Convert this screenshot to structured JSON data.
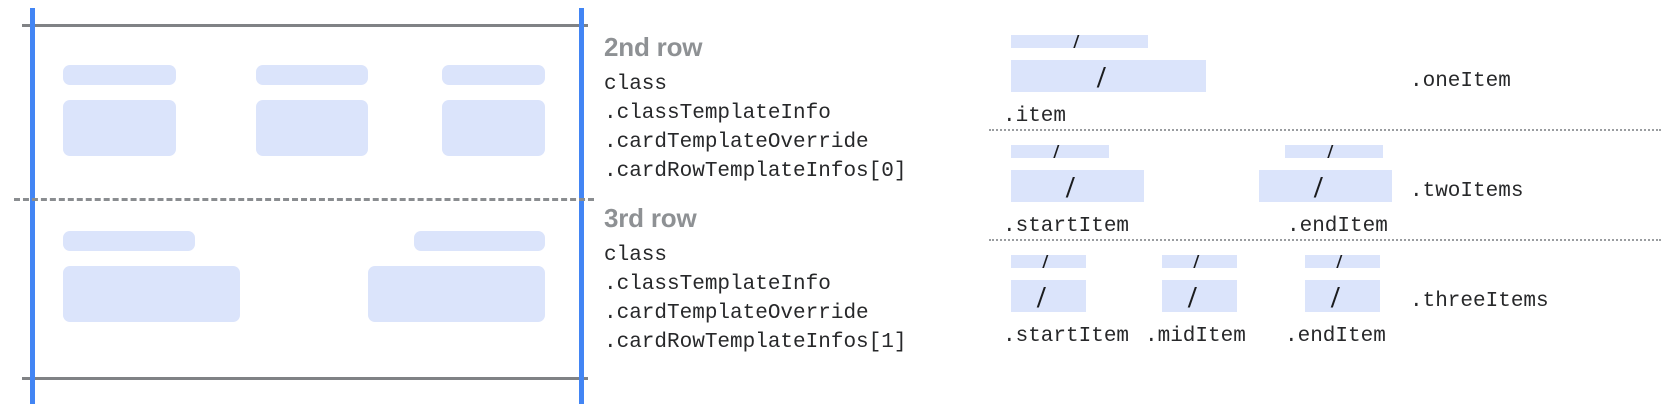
{
  "colors": {
    "placeholder_fill": "#dbe4fb",
    "guide_line": "#808285",
    "accent_blue": "#4285f4",
    "title_gray": "#8e9194",
    "mono_text": "#27282a",
    "separator_gray": "#9a9da0",
    "background": "#ffffff"
  },
  "left_panel": {
    "rows": [
      {
        "name": "second-row-preview",
        "cells": [
          {
            "label_bar": true,
            "content_bar": true
          },
          {
            "label_bar": true,
            "content_bar": true
          },
          {
            "label_bar": true,
            "content_bar": true
          }
        ]
      },
      {
        "name": "third-row-preview",
        "cells": [
          {
            "label_bar": true,
            "content_bar": true
          },
          {
            "label_bar": true,
            "content_bar": true
          }
        ]
      }
    ]
  },
  "annotations": [
    {
      "title": "2nd row",
      "lines": [
        "class",
        ".classTemplateInfo",
        ".cardTemplateOverride",
        ".cardRowTemplateInfos[0]"
      ]
    },
    {
      "title": "3rd row",
      "lines": [
        "class",
        ".classTemplateInfo",
        ".cardTemplateOverride",
        ".cardRowTemplateInfos[1]"
      ]
    }
  ],
  "right_panel": {
    "groups": [
      {
        "group_label": ".oneItem",
        "slots": [
          {
            "label": ".item",
            "glyph": "/"
          }
        ]
      },
      {
        "group_label": ".twoItems",
        "slots": [
          {
            "label": ".startItem",
            "glyph": "/"
          },
          {
            "label": ".endItem",
            "glyph": "/"
          }
        ]
      },
      {
        "group_label": ".threeItems",
        "slots": [
          {
            "label": ".startItem",
            "glyph": "/"
          },
          {
            "label": ".midItem",
            "glyph": "/"
          },
          {
            "label": ".endItem",
            "glyph": "/"
          }
        ]
      }
    ]
  }
}
